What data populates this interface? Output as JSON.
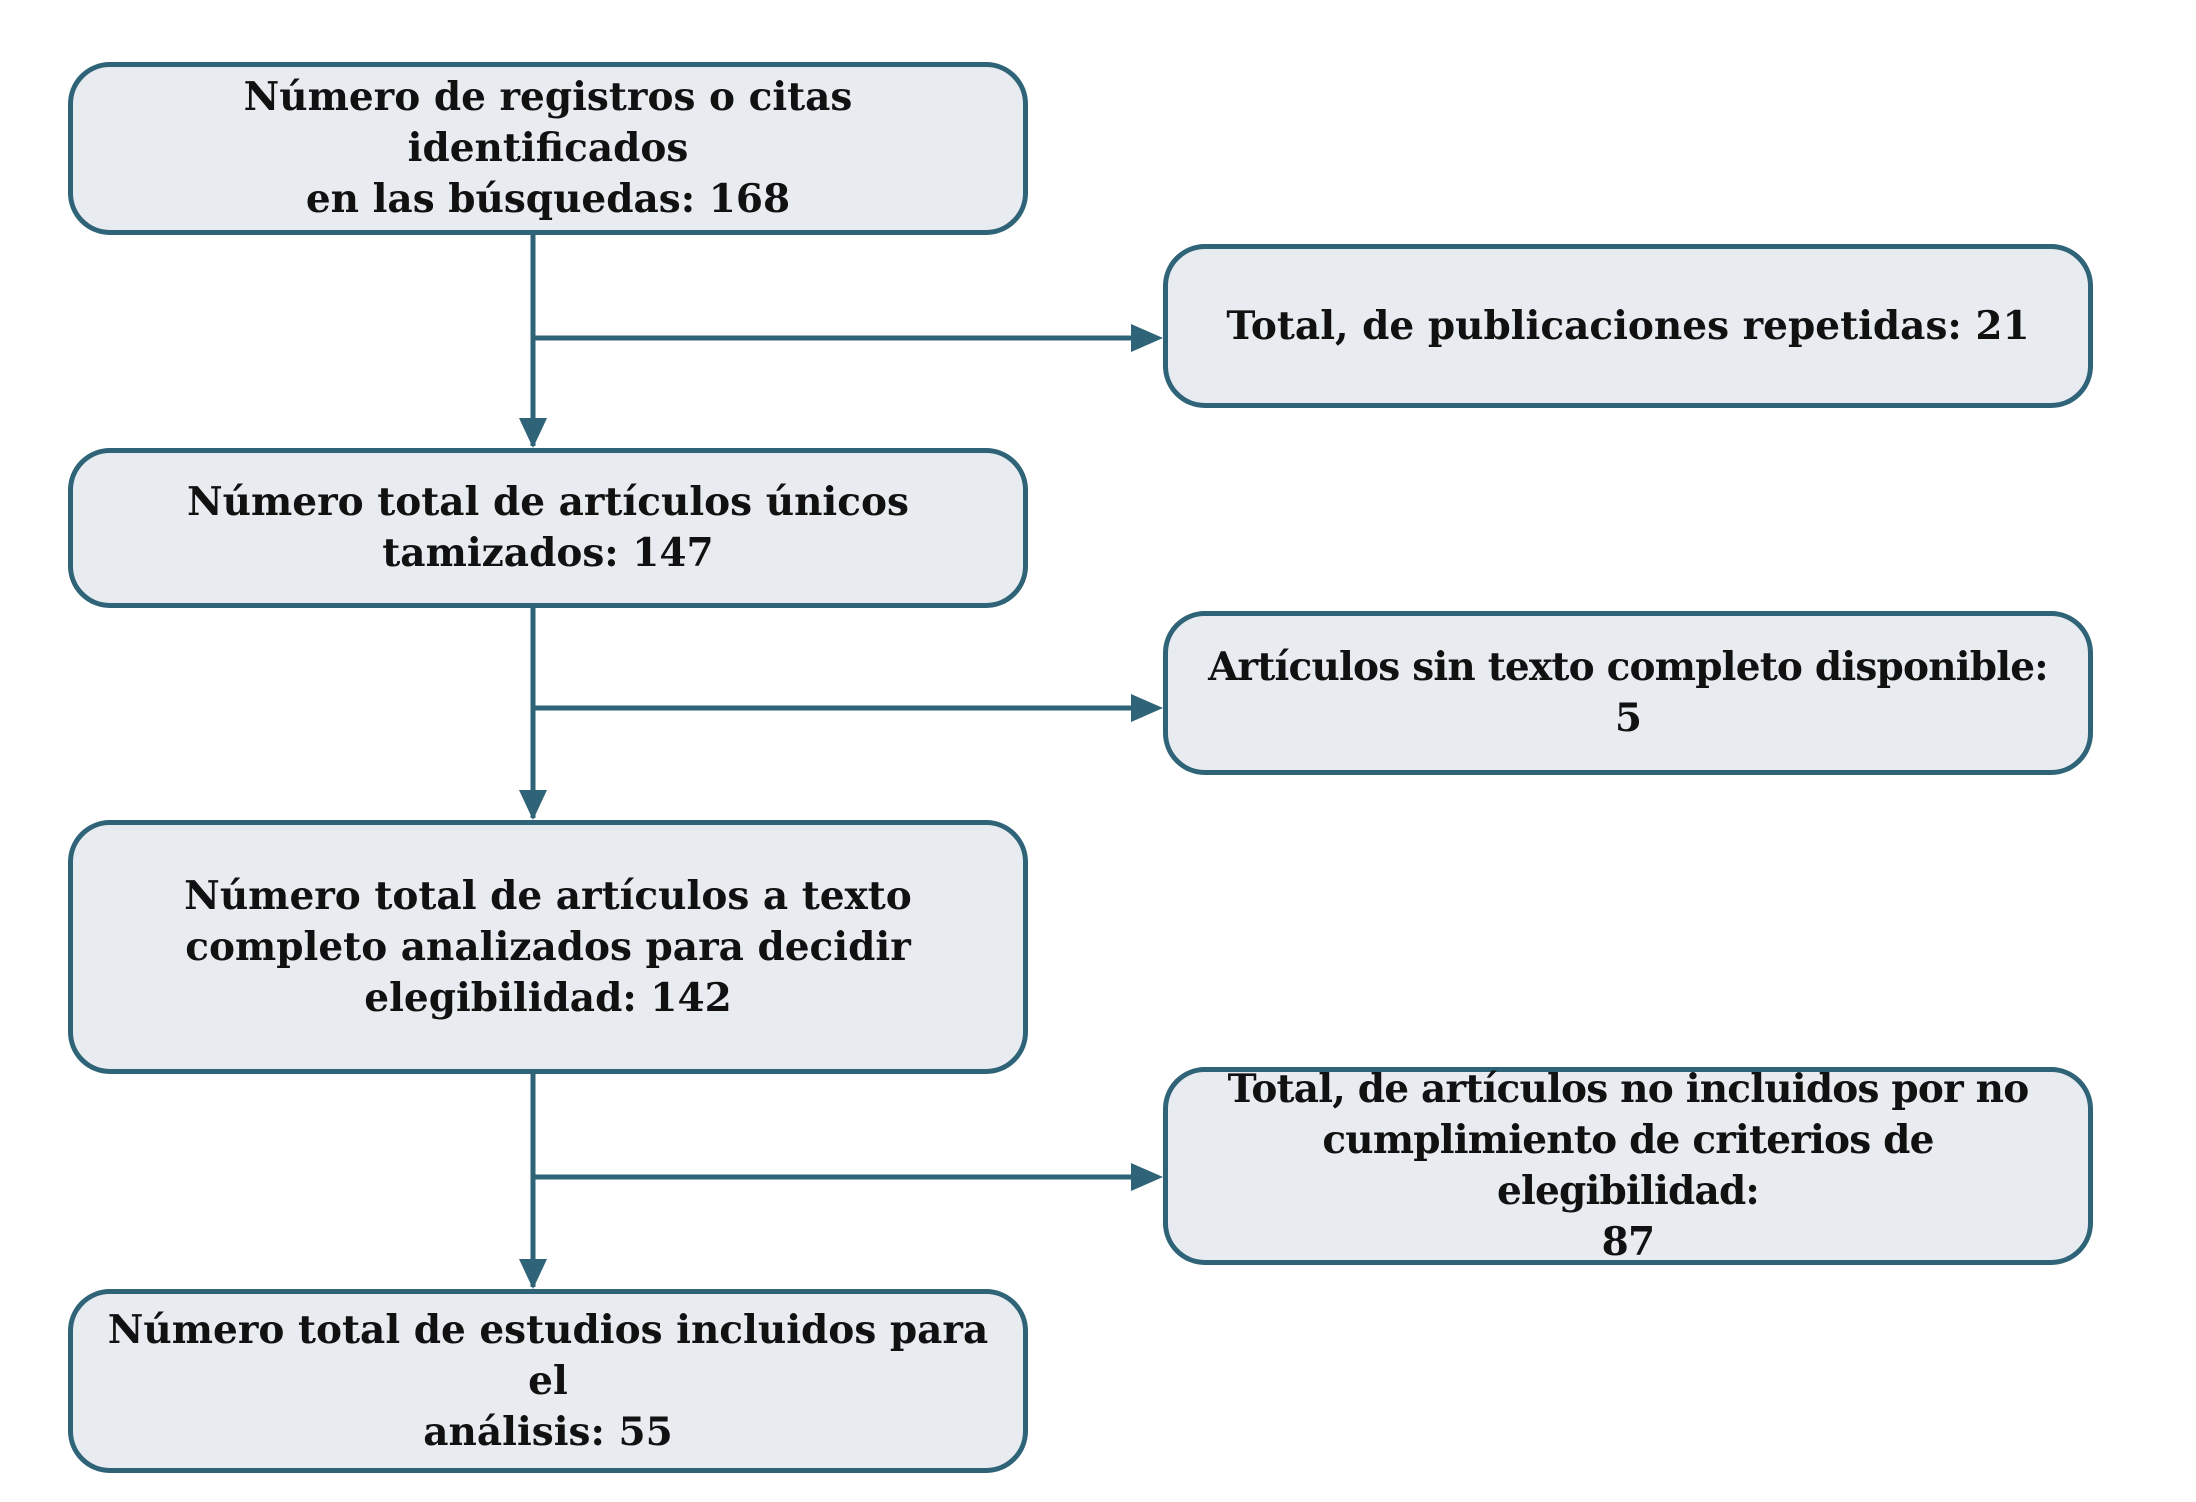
{
  "colors": {
    "box_fill": "#e8ecf1",
    "border_and_arrow": "#2f6377",
    "text": "#111111"
  },
  "main_flow": [
    {
      "id": "records",
      "text": "Número de registros o citas identificados\nen las búsquedas: 168"
    },
    {
      "id": "unique",
      "text": "Número total de artículos únicos\ntamizados: 147"
    },
    {
      "id": "fulltext",
      "text": "Número total de artículos a texto\ncompleto analizados para decidir\nelegibilidad: 142"
    },
    {
      "id": "included",
      "text": "Número total de estudios incluidos para el\nanálisis: 55"
    }
  ],
  "exclusions": [
    {
      "id": "dupes",
      "text": "Total, de publicaciones repetidas: 21"
    },
    {
      "id": "nofull",
      "text": "Artículos sin texto completo disponible: 5"
    },
    {
      "id": "excluded",
      "text": "Total, de artículos no incluidos por no\ncumplimiento de criterios de elegibilidad:\n87"
    }
  ],
  "connectors": [
    {
      "from": "records",
      "to": "unique",
      "type": "down"
    },
    {
      "from": "records",
      "to": "dupes",
      "type": "branch-right"
    },
    {
      "from": "unique",
      "to": "fulltext",
      "type": "down"
    },
    {
      "from": "unique",
      "to": "nofull",
      "type": "branch-right"
    },
    {
      "from": "fulltext",
      "to": "included",
      "type": "down"
    },
    {
      "from": "fulltext",
      "to": "excluded",
      "type": "branch-right"
    }
  ]
}
